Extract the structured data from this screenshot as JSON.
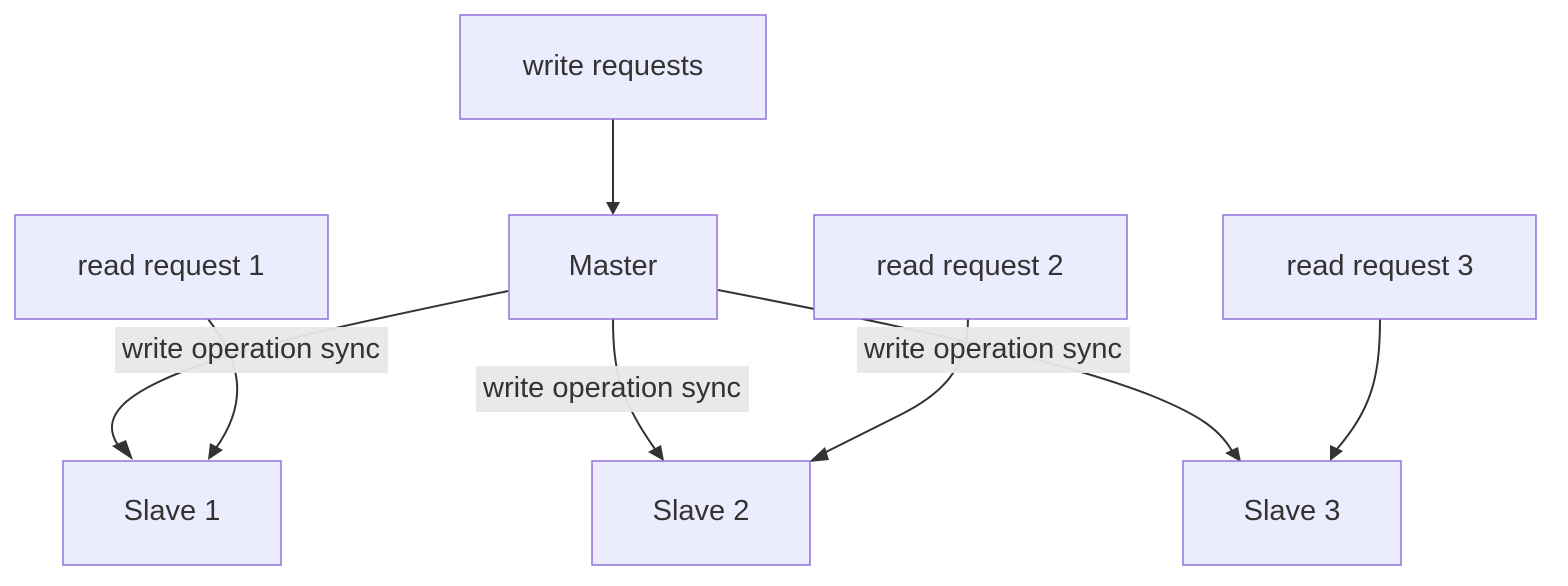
{
  "nodes": {
    "write_requests": "write requests",
    "master": "Master",
    "read_request_1": "read request 1",
    "read_request_2": "read request 2",
    "read_request_3": "read request 3",
    "slave_1": "Slave 1",
    "slave_2": "Slave 2",
    "slave_3": "Slave 3"
  },
  "edges": {
    "master_to_slave_1": "write operation sync",
    "master_to_slave_2": "write operation sync",
    "master_to_slave_3": "write operation sync"
  },
  "colors": {
    "node_fill": "#ECECFF",
    "node_stroke": "#9370DB",
    "edge": "#333333",
    "label_bg": "#e8e8e8"
  }
}
